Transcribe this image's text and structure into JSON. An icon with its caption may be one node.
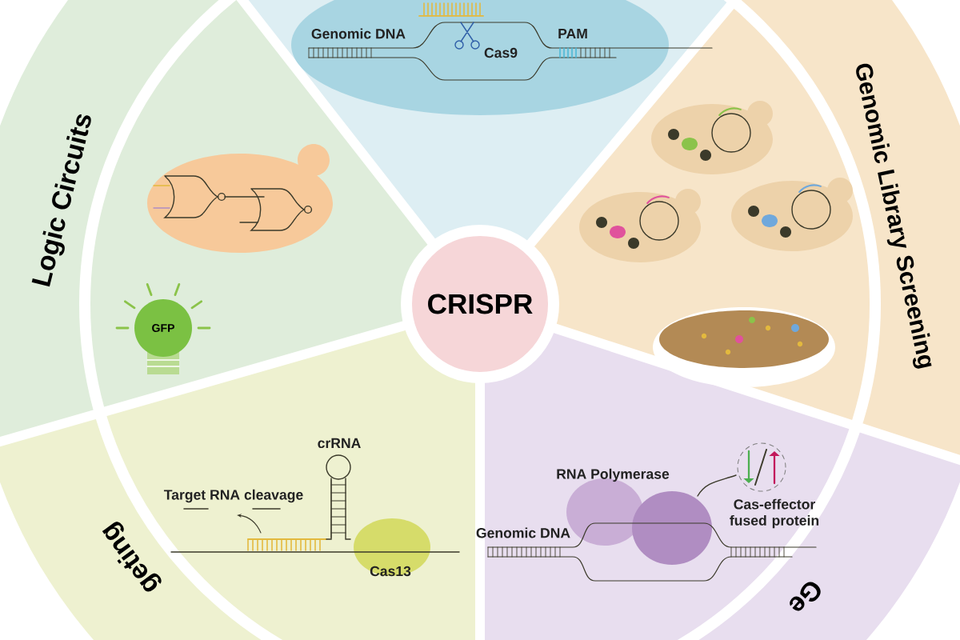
{
  "diagram": {
    "nodes": [
      {
        "text": [
          "Genomic DNA",
          "Cas9",
          "PAM"
        ]
      },
      {
        "text": [
          "Logic Circuits"
        ]
      },
      {
        "text": [
          "GFP"
        ]
      },
      {
        "text": [
          "Genomic Library Screening"
        ]
      },
      {
        "text": [
          "CRISPR"
        ]
      },
      {
        "text": [
          "geting",
          "crRNA",
          "Target RNA cleavage",
          "Cas13"
        ]
      },
      {
        "text": [
          "Ge",
          "RNA Polymerase",
          "Genomic DNA",
          "Cas-effector fused protein"
        ]
      }
    ]
  }
}
